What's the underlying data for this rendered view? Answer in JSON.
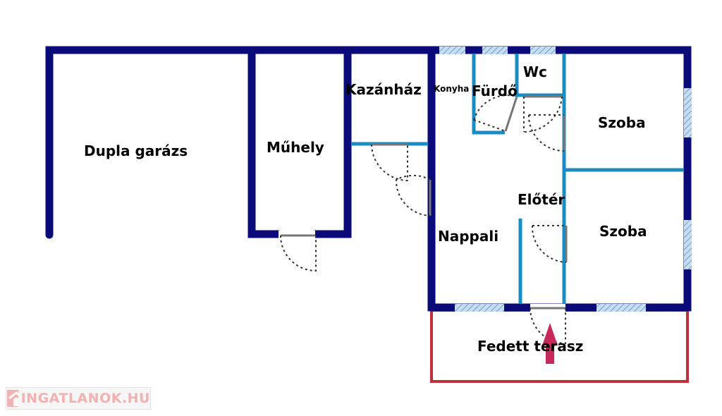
{
  "rooms": {
    "garage": "Dupla garázs",
    "workshop": "Műhely",
    "boiler": "Kazánház",
    "kitchen": "Konyha",
    "bathroom": "Fürdő",
    "wc": "Wc",
    "room1": "Szoba",
    "room2": "Szoba",
    "hall": "Előtér",
    "living": "Nappali",
    "terrace": "Fedett terasz"
  },
  "logo": {
    "text": "INGATLANOK.HU"
  },
  "colors": {
    "wall": "#0a0a78",
    "inner_wall": "#1a8cc4",
    "terrace": "#c0303a",
    "arrow": "#c8285a"
  }
}
